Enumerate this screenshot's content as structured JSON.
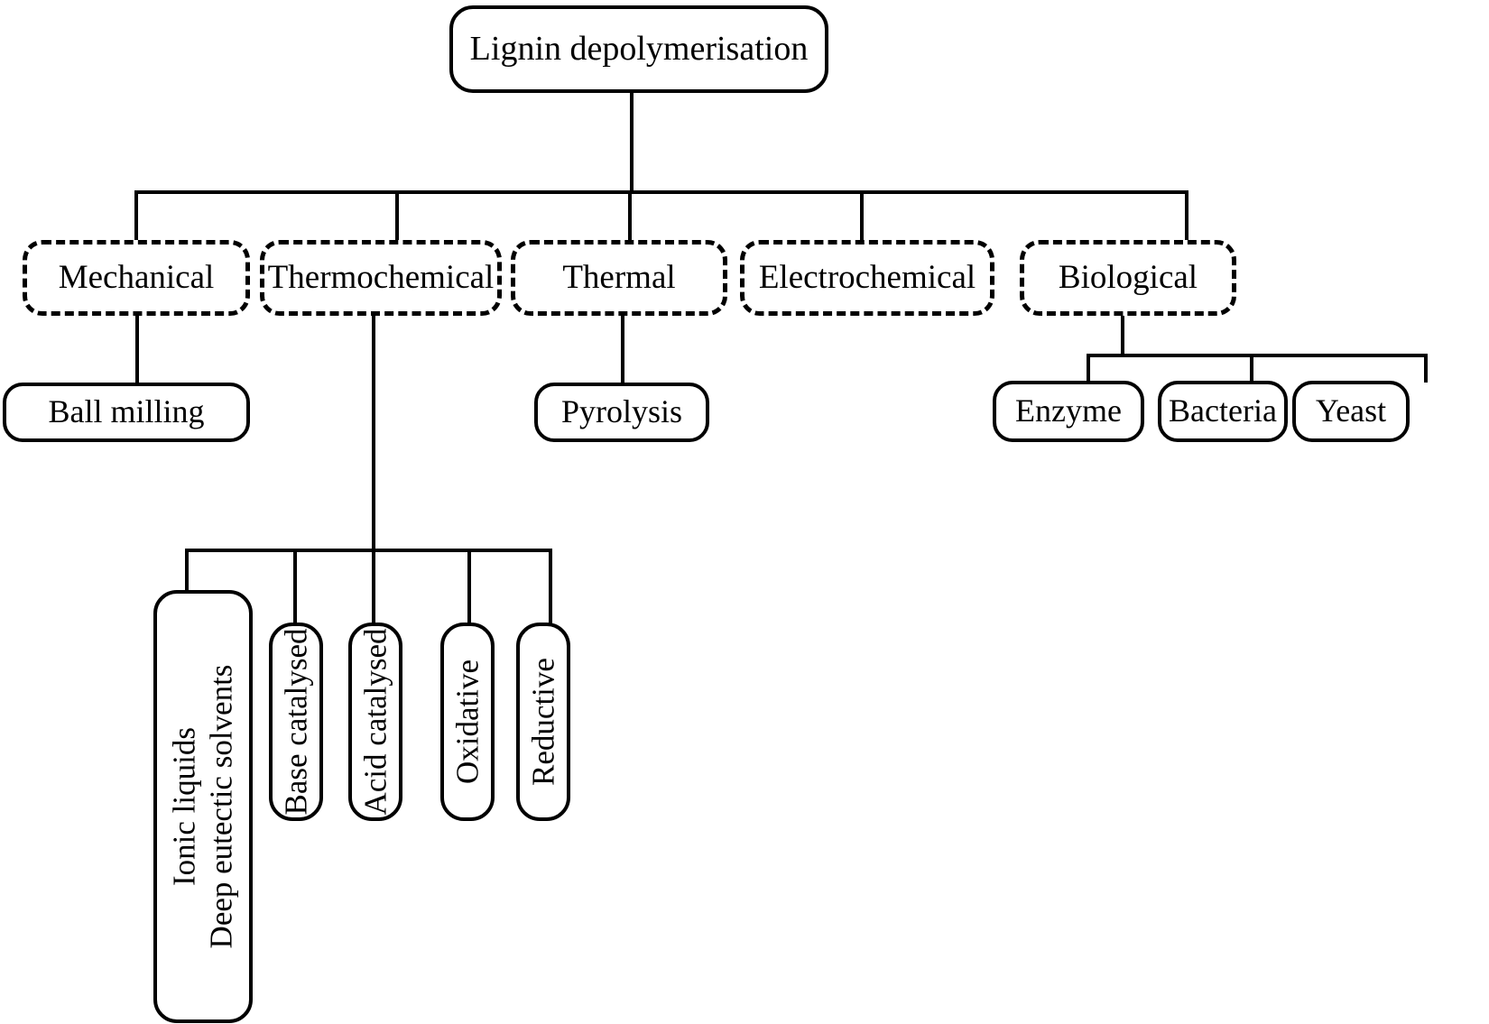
{
  "diagram": {
    "title": "Lignin depolymerisation",
    "type": "tree-flowchart",
    "root": {
      "label": "Lignin depolymerisation",
      "style": "solid-rounded"
    },
    "categories": [
      {
        "label": "Mechanical",
        "style": "dashed-rounded"
      },
      {
        "label": "Thermochemical",
        "style": "dashed-rounded"
      },
      {
        "label": "Thermal",
        "style": "dashed-rounded"
      },
      {
        "label": "Electrochemical",
        "style": "dashed-rounded"
      },
      {
        "label": "Biological",
        "style": "dashed-rounded"
      }
    ],
    "mechanical_children": [
      {
        "label": "Ball milling",
        "style": "solid-rounded"
      }
    ],
    "thermal_children": [
      {
        "label": "Pyrolysis",
        "style": "solid-rounded"
      }
    ],
    "biological_children": [
      {
        "label": "Enzyme",
        "style": "solid-rounded"
      },
      {
        "label": "Bacteria",
        "style": "solid-rounded"
      },
      {
        "label": "Yeast",
        "style": "solid-rounded"
      }
    ],
    "thermochemical_children": [
      {
        "label_line1": "Ionic liquids",
        "label_line2": "Deep eutectic solvents",
        "orientation": "vertical",
        "style": "solid-rounded"
      },
      {
        "label_line1": "Base catalysed",
        "orientation": "vertical",
        "style": "solid-rounded"
      },
      {
        "label_line1": "Acid catalysed",
        "orientation": "vertical",
        "style": "solid-rounded"
      },
      {
        "label_line1": "Oxidative",
        "orientation": "vertical",
        "style": "solid-rounded"
      },
      {
        "label_line1": "Reductive",
        "orientation": "vertical",
        "style": "solid-rounded"
      }
    ],
    "colors": {
      "stroke": "#000000",
      "background": "#ffffff",
      "text": "#000000"
    }
  }
}
